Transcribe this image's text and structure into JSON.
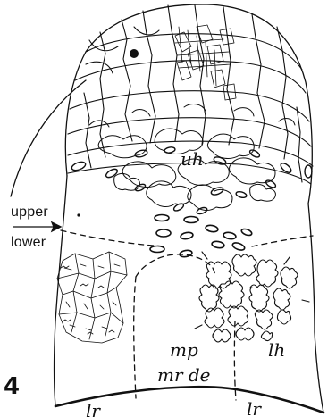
{
  "figure_number": "4",
  "labels": {
    "upper": "upper",
    "lower": "lower",
    "uh": "uh",
    "mp": "mp",
    "lh": "lh",
    "mr_de": "mr de",
    "lr_left": "lr",
    "lr_right": "lr"
  },
  "colors": {
    "ink": "#111111",
    "paper": "#ffffff"
  }
}
